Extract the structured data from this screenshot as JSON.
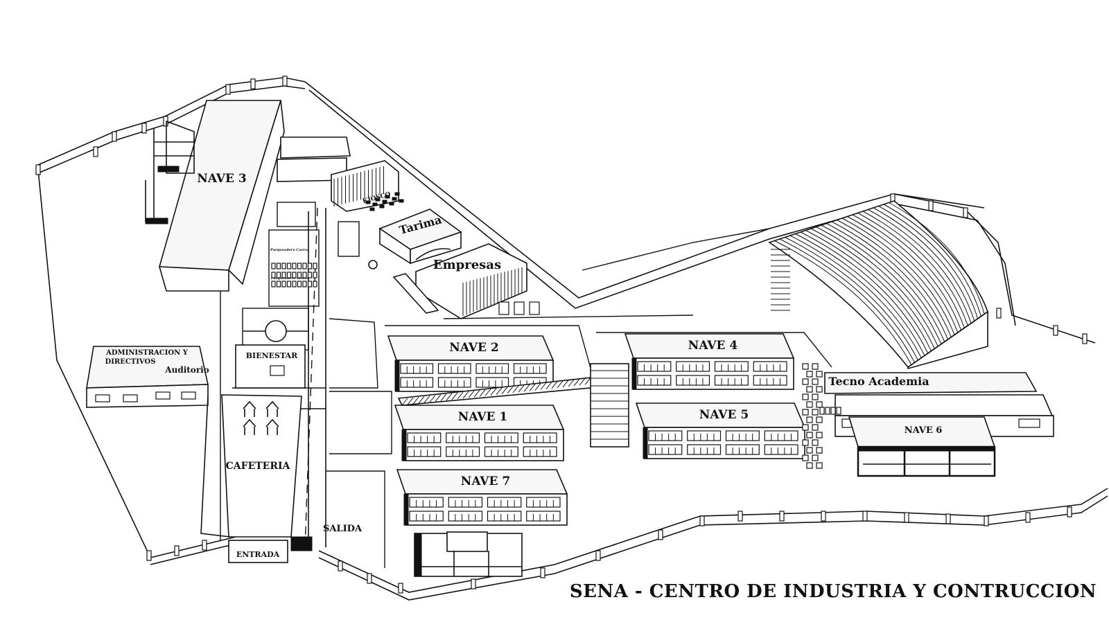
{
  "map": {
    "title": "SENA - CENTRO DE INDUSTRIA Y CONTRUCCION",
    "labels": {
      "nave3": "NAVE 3",
      "kiosco": "KIOSCO",
      "tarima": "Tarima",
      "empresas": "Empresas",
      "parq_carros": "Parqueadero Carros",
      "parq_motos": "Parqueadero motos",
      "admin_line1": "ADMINISTRACION Y",
      "admin_line2": "DIRECTIVOS",
      "auditorio": "Auditorio",
      "bienestar": "BIENESTAR",
      "nave2": "NAVE 2",
      "nave4": "NAVE 4",
      "tecno": "Tecno Academia",
      "nave1": "NAVE 1",
      "nave5": "NAVE 5",
      "nave6": "NAVE 6",
      "cafeteria": "CAFETERIA",
      "nave7": "NAVE 7",
      "salida": "SALIDA",
      "entrada": "ENTRADA"
    }
  }
}
